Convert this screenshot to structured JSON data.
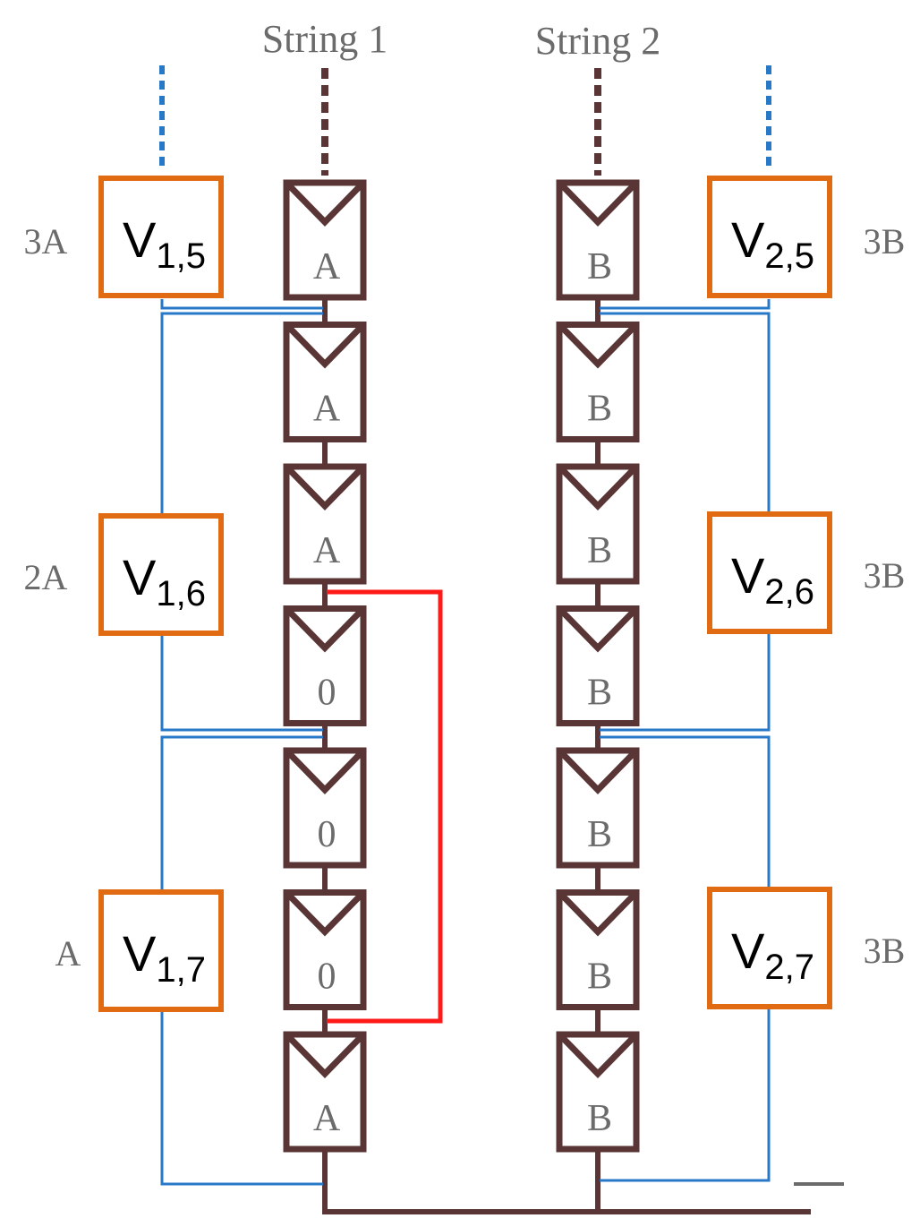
{
  "colors": {
    "panel": "#5a3535",
    "converter": "#e06b12",
    "wire_blue": "#2878c8",
    "wire_red": "#ff1a1a",
    "label_gray": "#6b6b6b",
    "ground": "#6b6b6b"
  },
  "strings": [
    {
      "title": "String 1",
      "panels": [
        "A",
        "A",
        "A",
        "0",
        "0",
        "0",
        "A"
      ],
      "converters": [
        {
          "main": "V",
          "sub": "1,5",
          "side_label": "3A"
        },
        {
          "main": "V",
          "sub": "1,6",
          "side_label": "2A"
        },
        {
          "main": "V",
          "sub": "1,7",
          "side_label": "A"
        }
      ]
    },
    {
      "title": "String 2",
      "panels": [
        "B",
        "B",
        "B",
        "B",
        "B",
        "B",
        "B"
      ],
      "converters": [
        {
          "main": "V",
          "sub": "2,5",
          "side_label": "3B"
        },
        {
          "main": "V",
          "sub": "2,6",
          "side_label": "3B"
        },
        {
          "main": "V",
          "sub": "2,7",
          "side_label": "3B"
        }
      ]
    }
  ]
}
